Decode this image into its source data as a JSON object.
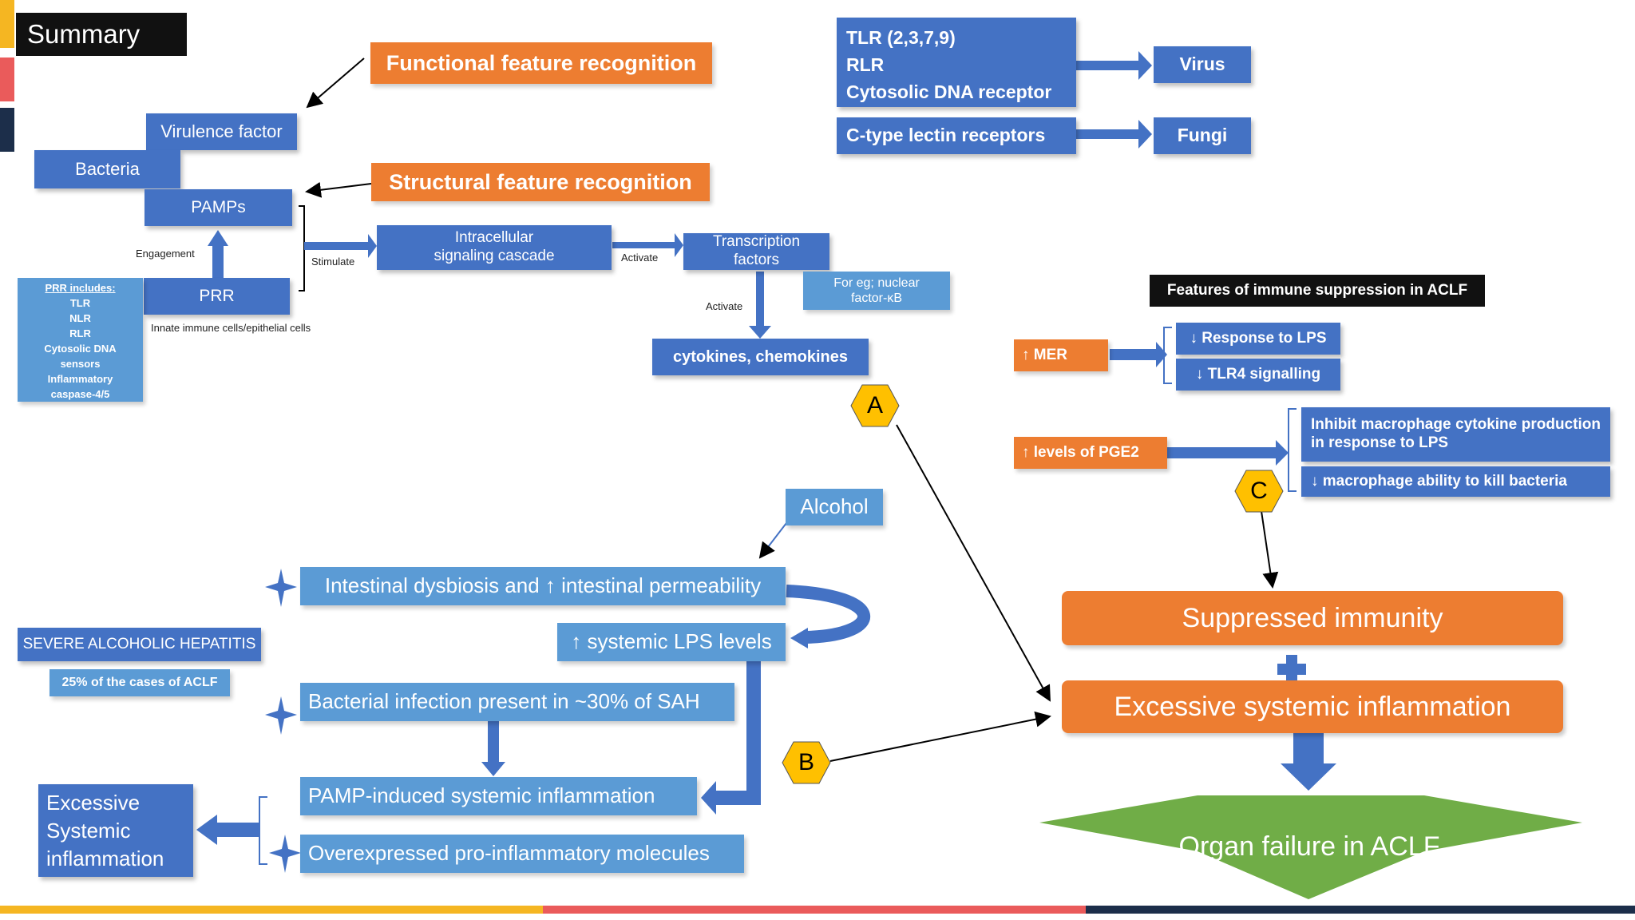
{
  "title": "Summary",
  "recognition": {
    "functional": "Functional feature recognition",
    "structural": "Structural feature recognition"
  },
  "left_panel": {
    "virulence": "Virulence factor",
    "bacteria": "Bacteria",
    "pamps": "PAMPs",
    "prr": "PRR",
    "engagement": "Engagement",
    "stimulate": "Stimulate",
    "innate": "Innate immune cells/epithelial cells",
    "prr_includes_title": "PRR includes:",
    "prr_includes": [
      "TLR",
      "NLR",
      "RLR",
      "Cytosolic DNA sensors",
      "Inflammatory caspase-4/5"
    ]
  },
  "signaling": {
    "cascade": "Intracellular signaling cascade",
    "activate1": "Activate",
    "transcription": "Transcription factors",
    "example": "For eg; nuclear factor-κB",
    "activate2": "Activate",
    "cytokines": "cytokines, chemokines"
  },
  "receptors": {
    "tlr_lines": [
      "TLR (2,3,7,9)",
      "RLR",
      "Cytosolic DNA receptor"
    ],
    "virus": "Virus",
    "ctype": "C-type lectin receptors",
    "fungi": "Fungi"
  },
  "suppression": {
    "header": "Features of immune suppression in ACLF",
    "mer": "↑ MER",
    "lps": "↓ Response to LPS",
    "tlr4": "↓ TLR4 signalling",
    "pge2": "↑ levels of PGE2",
    "inhibit": "Inhibit macrophage cytokine production in response to LPS",
    "kill": "↓ macrophage ability to kill bacteria"
  },
  "markers": {
    "a": "A",
    "b": "B",
    "c": "C"
  },
  "alcohol_flow": {
    "alcohol": "Alcohol",
    "dysbiosis": "Intestinal dysbiosis and ↑ intestinal permeability",
    "lps_levels": "↑ systemic LPS levels",
    "sah": "SEVERE ALCOHOLIC HEPATITIS",
    "sah_pct": "25% of the cases of ACLF",
    "infection": "Bacterial infection present in ~30% of SAH",
    "pamp_induced": "PAMP-induced systemic inflammation",
    "overexpressed": "Overexpressed pro-inflammatory molecules",
    "excessive_left": "Excessive Systemic inflammation"
  },
  "outcome": {
    "suppressed": "Suppressed immunity",
    "excessive": "Excessive systemic inflammation",
    "organ": "Organ failure in ACLF"
  },
  "colors": {
    "blue": "#4472c4",
    "light_blue": "#5b9bd5",
    "orange": "#ed7d31",
    "green": "#70ad47",
    "marker_yellow": "#ffc000"
  }
}
